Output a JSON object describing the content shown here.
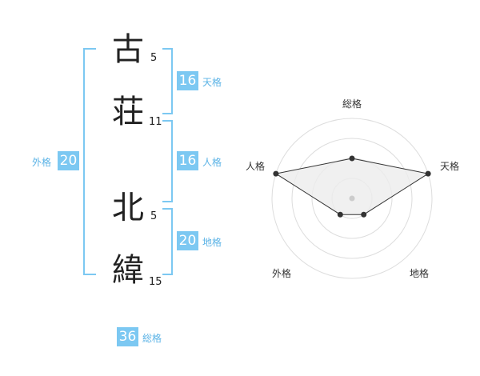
{
  "name": {
    "chars": [
      {
        "char": "古",
        "strokes": "5"
      },
      {
        "char": "荘",
        "strokes": "11"
      },
      {
        "char": "北",
        "strokes": "5"
      },
      {
        "char": "緯",
        "strokes": "15"
      }
    ]
  },
  "kaku": {
    "tenkaku": {
      "value": "16",
      "label": "天格"
    },
    "jinkaku": {
      "value": "16",
      "label": "人格"
    },
    "chikaku": {
      "value": "20",
      "label": "地格"
    },
    "gaikaku": {
      "value": "20",
      "label": "外格"
    },
    "soukaku": {
      "value": "36",
      "label": "総格"
    }
  },
  "colors": {
    "accent": "#7cc8f2",
    "label": "#5bb3e6"
  },
  "chart_data": {
    "type": "radar",
    "axes": [
      "総格",
      "天格",
      "地格",
      "外格",
      "人格"
    ],
    "values": [
      0.5,
      1.0,
      0.25,
      0.25,
      1.0
    ],
    "range": [
      0,
      1
    ],
    "rings": 4,
    "grid": true
  }
}
